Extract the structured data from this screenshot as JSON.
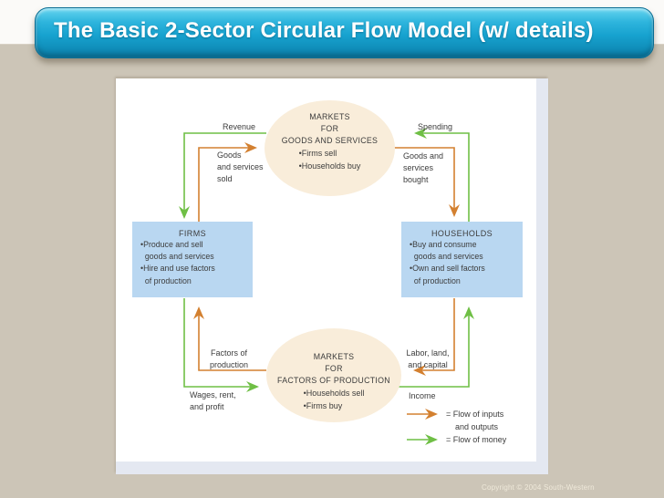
{
  "slide": {
    "title": "The Basic 2-Sector Circular Flow Model (w/ details)",
    "copyright": "Copyright © 2004 South-Western"
  },
  "colors": {
    "money_flow": "#6fbf45",
    "inputs_flow": "#d38030",
    "box_fill": "#b9d7f1",
    "ellipse_fill": "#f9edda",
    "background": "#ccc5b7",
    "text": "#3c3c3c"
  },
  "diagram": {
    "goods_market": {
      "name": "MARKETS\nFOR\nGOODS AND SERVICES",
      "bullets": "•Firms sell\n•Households buy"
    },
    "factors_market": {
      "name": "MARKETS\nFOR\nFACTORS OF PRODUCTION",
      "bullets": "•Households sell\n•Firms buy"
    },
    "firms": {
      "name": "FIRMS",
      "bullets": "•Produce and sell\n  goods and services\n•Hire and use factors\n  of production"
    },
    "households": {
      "name": "HOUSEHOLDS",
      "bullets": "•Buy and consume\n  goods and services\n•Own and sell factors\n  of production"
    },
    "flow_labels": {
      "revenue": "Revenue",
      "goods_sold": "Goods\nand services\nsold",
      "spending": "Spending",
      "goods_bought": "Goods and\nservices\nbought",
      "factors_of_production": "Factors of\nproduction",
      "wages": "Wages, rent,\nand profit",
      "labor": "Labor, land,\nand capital",
      "income": "Income"
    },
    "legend": {
      "inputs": "= Flow of inputs\n    and outputs",
      "money": "= Flow of money"
    }
  }
}
